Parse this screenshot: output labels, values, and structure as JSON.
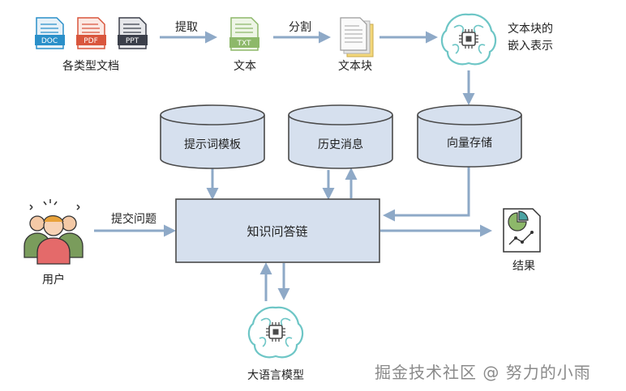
{
  "nodes": {
    "docs": {
      "label": "各类型文档",
      "doc_badge": "DOC",
      "pdf_badge": "PDF",
      "ppt_badge": "PPT"
    },
    "text": {
      "label": "文本",
      "badge": "TXT"
    },
    "chunks": {
      "label": "文本块"
    },
    "embedding": {
      "label_line1": "文本块的",
      "label_line2": "嵌入表示"
    },
    "prompt_template": {
      "label": "提示词模板"
    },
    "history": {
      "label": "历史消息"
    },
    "vector_store": {
      "label": "向量存储"
    },
    "qa_chain": {
      "label": "知识问答链"
    },
    "user": {
      "label": "用户"
    },
    "result": {
      "label": "结果"
    },
    "llm": {
      "label": "大语言模型"
    }
  },
  "edges": {
    "extract": "提取",
    "split": "分割",
    "submit": "提交问题"
  },
  "watermark": "掘金技术社区 @ 努力的小雨",
  "colors": {
    "arrow": "#8ea9c7",
    "box_fill": "#d6e0ee",
    "box_stroke": "#4a4a4a",
    "doc_blue": "#2a8fc9",
    "pdf_red": "#d9563d",
    "ppt_dark": "#3b3f4a",
    "txt_green": "#8db86a",
    "brain_teal": "#6ec6c6"
  }
}
